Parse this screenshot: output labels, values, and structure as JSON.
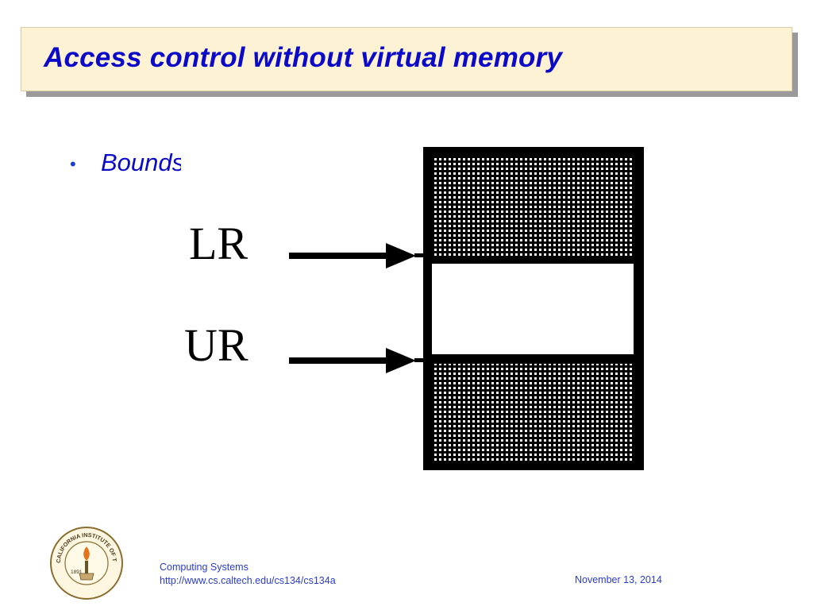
{
  "slide": {
    "title": "Access control without virtual memory",
    "bullets": [
      {
        "text": "Bounds"
      }
    ]
  },
  "diagram": {
    "labels": {
      "lower_register": "LR",
      "upper_register": "UR"
    },
    "colors": {
      "ink": "#000000",
      "fill": "#ffffff"
    }
  },
  "footer": {
    "course": "Computing Systems",
    "url": "http://www.cs.caltech.edu/cs134/cs134a",
    "date": "November 13, 2014",
    "logo": {
      "arc_text": "CALIFORNIA INSTITUTE OF TECHNOLOGY",
      "year": "1891",
      "icon": "torch-hand-seal-icon"
    }
  },
  "colors": {
    "title_text": "#0a0ac8",
    "title_box": "#fdf2d3",
    "footer_text": "#2a3cc8"
  }
}
